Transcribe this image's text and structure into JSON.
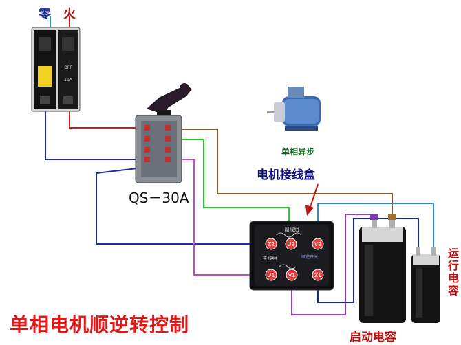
{
  "labels": {
    "zero": "零",
    "live": "火",
    "switch_model": "QS－30A",
    "motor": "单相异步",
    "junction_box": "电机接线盒",
    "title": "单相电机顺逆转控制",
    "start_cap": "启动电容",
    "run_cap": "运行电容"
  },
  "breaker": {
    "left_text": "",
    "right_off": "OFF",
    "right_rating": "10A"
  },
  "junction": {
    "top_label": "副线组",
    "main_label": "主线组",
    "side_label": "顺逆开关",
    "terminals": [
      "Z2",
      "U2",
      "V2",
      "U1",
      "V1",
      "Z1"
    ]
  },
  "colors": {
    "title_red": "#e01818",
    "wire_red": "#d01818",
    "wire_blue": "#1a2aaa",
    "wire_yellow": "#e6c21a",
    "wire_green": "#22cc22",
    "wire_brown": "#8a5a2a",
    "wire_magenta": "#cc44cc",
    "wire_cyan": "#2a8ad6",
    "wire_navy": "#1a2a8a"
  }
}
